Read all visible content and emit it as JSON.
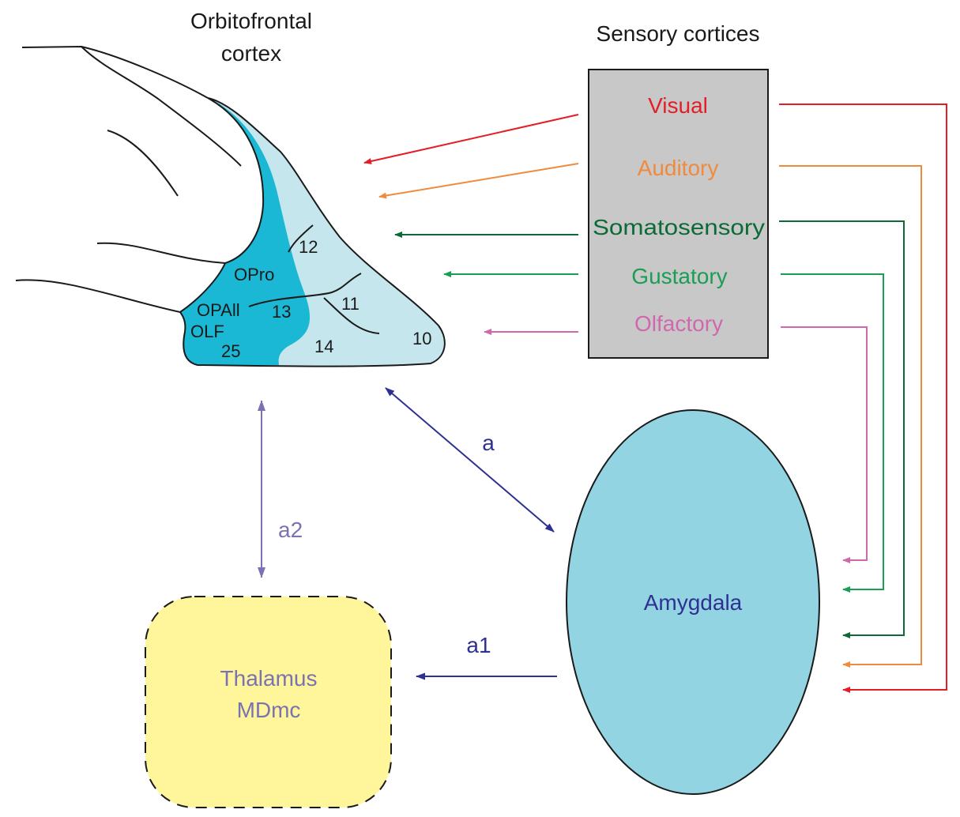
{
  "titles": {
    "ofc_line1": "Orbitofrontal",
    "ofc_line2": "cortex",
    "sensory": "Sensory cortices"
  },
  "ofc_regions": {
    "r12": "12",
    "opro": "OPro",
    "opall": "OPAll",
    "r13": "13",
    "r11": "11",
    "olf": "OLF",
    "r25": "25",
    "r14": "14",
    "r10": "10"
  },
  "sensory": {
    "items": [
      {
        "label": "Visual",
        "color": "#e31e26"
      },
      {
        "label": "Auditory",
        "color": "#f08a3c"
      },
      {
        "label": "Somatosensory",
        "color": "#0b6a36"
      },
      {
        "label": "Gustatory",
        "color": "#1a9e55"
      },
      {
        "label": "Olfactory",
        "color": "#d068ac"
      }
    ]
  },
  "nodes": {
    "amygdala": "Amygdala",
    "thalamus_line1": "Thalamus",
    "thalamus_line2": "MDmc"
  },
  "pathways": {
    "a": "a",
    "a1": "a1",
    "a2": "a2"
  },
  "colors": {
    "navy": "#2e3192",
    "lavender": "#7a72b3",
    "cortex_dark": "#1ab8d4",
    "cortex_light": "#c6e6ee",
    "amygdala_fill": "#93d4e2",
    "thalamus_fill": "#fff59a",
    "sensory_box_fill": "#c8c8c9"
  }
}
